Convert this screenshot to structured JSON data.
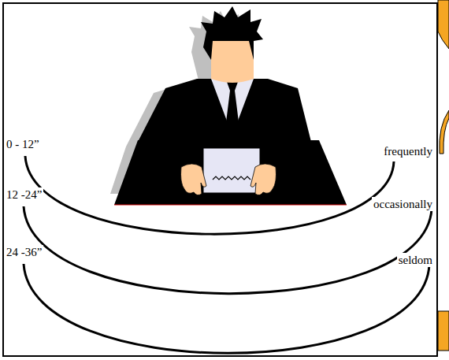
{
  "diagram": {
    "labels": [
      "0 - 12”",
      "frequently",
      "12 -24”",
      "occasionally",
      "24 -36”",
      "seldom"
    ]
  }
}
